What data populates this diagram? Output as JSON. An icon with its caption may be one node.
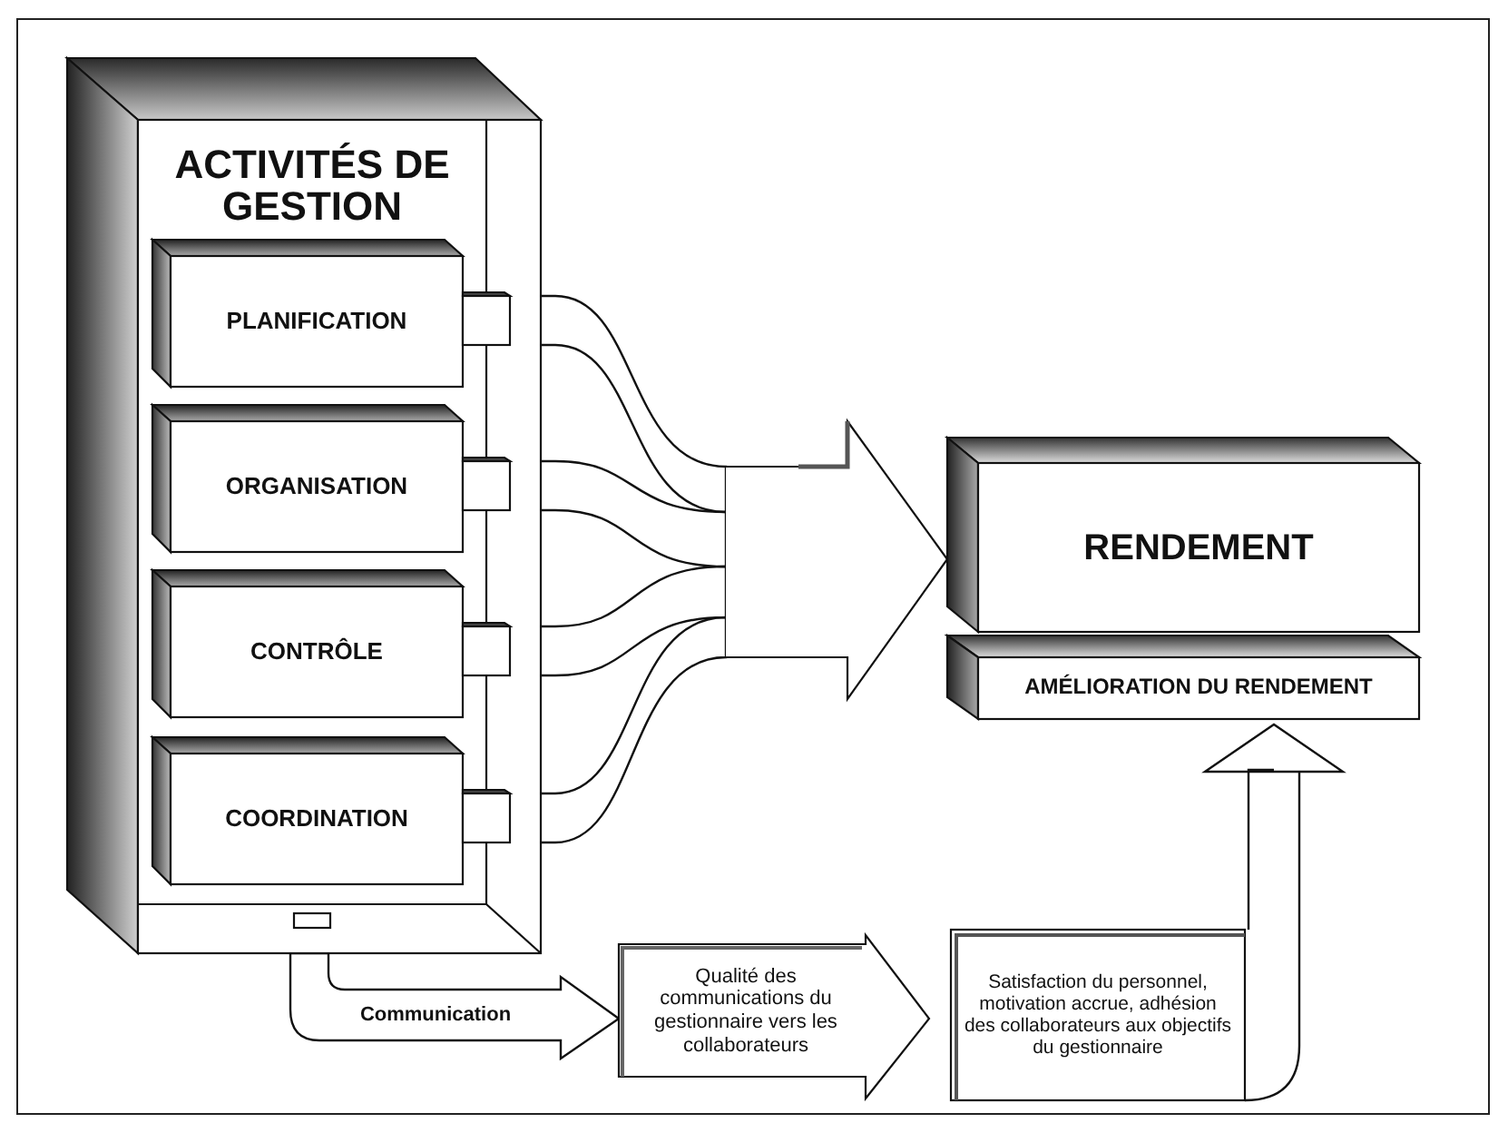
{
  "diagram": {
    "nodes": [
      {
        "text": [
          "ACTIVITÉS DE GESTION"
        ]
      },
      {
        "text": [
          "PLANIFICATION"
        ],
        "in": 0
      },
      {
        "text": [
          "ORGANISATION"
        ],
        "in": 0
      },
      {
        "text": [
          "CONTRÔLE"
        ],
        "in": 0
      },
      {
        "text": [
          "COORDINATION"
        ],
        "in": 0
      },
      {
        "text": [],
        "shape": "arrow"
      },
      {
        "text": [
          "RENDEMENT"
        ]
      },
      {
        "text": [
          "AMÉLIORATION DU RENDEMENT"
        ]
      },
      {
        "text": [
          "Qualité des communications du gestionnaire vers les collaborateurs"
        ]
      },
      {
        "text": [
          "Satisfaction du personnel, motivation accrue, adhésion des collaborateurs aux objectifs du gestionnaire"
        ]
      }
    ],
    "edges": [
      {
        "from": 1,
        "to": 5,
        "arrow": "none"
      },
      {
        "from": 2,
        "to": 5,
        "arrow": "none"
      },
      {
        "from": 3,
        "to": 5,
        "arrow": "none"
      },
      {
        "from": 4,
        "to": 5,
        "arrow": "none"
      },
      {
        "from": 9,
        "to": 7,
        "arrow": "to"
      },
      {
        "from": 0,
        "to": 8,
        "arrow": "to",
        "label": "Communication"
      }
    ]
  }
}
